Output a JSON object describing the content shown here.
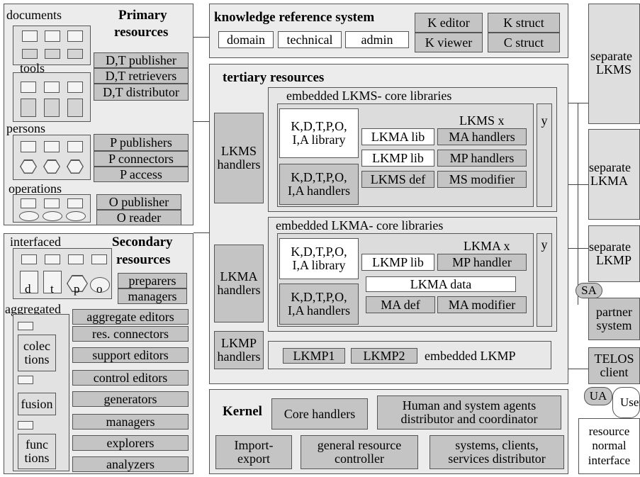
{
  "primary": {
    "title1": "Primary",
    "title2": "resources",
    "documents": "documents",
    "tools": "tools",
    "persons": "persons",
    "operations": "operations",
    "doc_items": [
      "D,T publisher",
      "D,T retrievers",
      "D,T distributor"
    ],
    "person_items": [
      "P publishers",
      "P connectors",
      "P access"
    ],
    "op_items": [
      "O publisher",
      "O reader"
    ]
  },
  "secondary": {
    "title1": "Secondary",
    "title2": "resources",
    "interfaced": "interfaced",
    "aggregated": "aggregated",
    "icon_letters": [
      "d",
      "t",
      "p",
      "o"
    ],
    "interfaced_items": [
      "preparers",
      "managers"
    ],
    "aggregated_items": [
      "aggregate editors",
      "res. connectors",
      "support editors",
      "control  editors",
      "generators",
      "managers",
      "explorers",
      "analyzers"
    ],
    "colections1": "colec",
    "colections2": "tions",
    "fusion": "fusion",
    "functions1": "func",
    "functions2": "tions"
  },
  "krs": {
    "title": "knowledge reference system",
    "domain": "domain",
    "technical": "technical",
    "admin": "admin",
    "k_editor": "K editor",
    "k_struct": "K struct",
    "k_viewer": "K viewer",
    "c_struct": "C struct"
  },
  "tertiary": {
    "title": "tertiary resources",
    "lkms_handlers1": "LKMS",
    "lkms_handlers2": "handlers",
    "lkma_handlers1": "LKMA",
    "lkma_handlers2": "handlers",
    "lkmp_handlers1": "LKMP",
    "lkmp_handlers2": "handlers",
    "lkms_core": {
      "title": "embedded LKMS- core libraries",
      "library1": "K,D,T,P,O,",
      "library2": "I,A library",
      "handlers1": "K,D,T,P,O,",
      "handlers2": "I,A handlers",
      "lkms_x": "LKMS x",
      "lkma_lib": "LKMA lib",
      "ma_handlers": "MA handlers",
      "lkmp_lib": "LKMP lib",
      "mp_handlers": "MP handlers",
      "lkms_def": "LKMS def",
      "ms_modifier": "MS modifier",
      "y": "y"
    },
    "lkma_core": {
      "title": "embedded LKMA- core libraries",
      "library1": "K,D,T,P,O,",
      "library2": "I,A library",
      "handlers1": "K,D,T,P,O,",
      "handlers2": "I,A handlers",
      "lkma_x": "LKMA x",
      "lkmp_lib": "LKMP lib",
      "mp_handler": "MP handler",
      "lkma_data": "LKMA data",
      "ma_def": "MA def",
      "ma_modifier": "MA modifier",
      "y": "y"
    },
    "lkmp": {
      "lkmp1": "LKMP1",
      "lkmp2": "LKMP2",
      "label": "embedded LKMP"
    }
  },
  "kernel": {
    "title": "Kernel",
    "core_handlers": "Core handlers",
    "agents1": "Human and system agents",
    "agents2": "distributor and  coordinator",
    "import1": "Import-",
    "import2": "export",
    "grc1": "general resource",
    "grc2": "controller",
    "scs1": "systems, clients,",
    "scs2": "services distributor"
  },
  "right": {
    "sep_lkms1": "separate",
    "sep_lkms2": "LKMS",
    "sep_lkma1": "separate",
    "sep_lkma2": "LKMA",
    "sep_lkmp1": "separate",
    "sep_lkmp2": "LKMP",
    "sa": "SA",
    "partner1": "partner",
    "partner2": "system",
    "telos1": "TELOS",
    "telos2": "client",
    "ua": "UA",
    "user": "User",
    "rni1": "resource",
    "rni2": "normal",
    "rni3": "interface"
  }
}
